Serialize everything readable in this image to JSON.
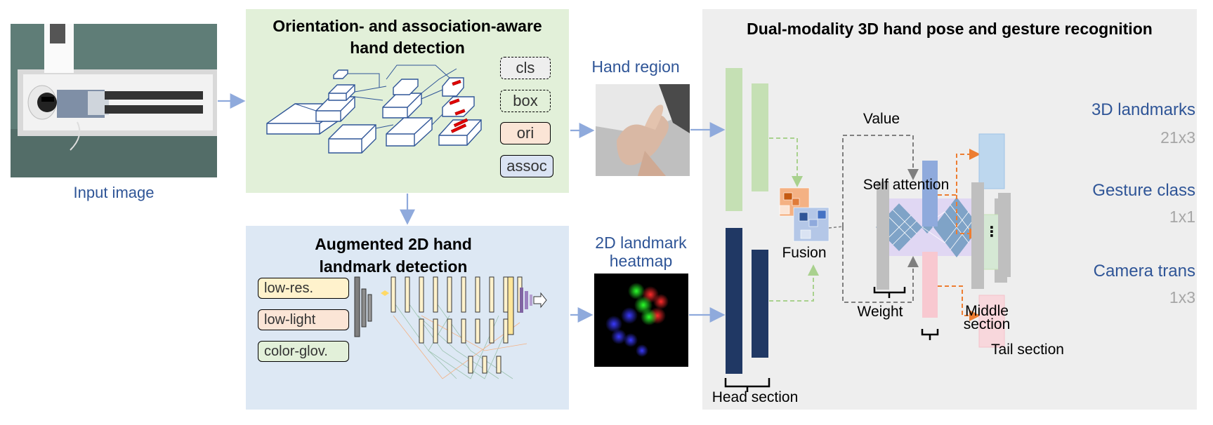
{
  "input_image": {
    "label": "Input image"
  },
  "detection": {
    "title_line1": "Orientation- and association-aware",
    "title_line2": "hand detection",
    "heads": [
      "cls",
      "box",
      "ori",
      "assoc"
    ]
  },
  "landmark": {
    "title_line1": "Augmented 2D hand",
    "title_line2": "landmark detection",
    "augmentations": [
      "low-res.",
      "low-light",
      "color-glov."
    ]
  },
  "hand_region": {
    "label": "Hand region"
  },
  "heatmap": {
    "label_line1": "2D landmark",
    "label_line2": "heatmap"
  },
  "recognition": {
    "title": "Dual-modality 3D hand pose and gesture recognition",
    "fusion": "Fusion",
    "value": "Value",
    "weight": "Weight",
    "self_attention": "Self attention",
    "ellipsis": "⋮",
    "head_section": "Head section",
    "middle_line1": "Middle",
    "middle_line2": "section",
    "tail_section": "Tail section",
    "outputs": [
      {
        "name": "3D landmarks",
        "dim": "21x3"
      },
      {
        "name": "Gesture class",
        "dim": "1x1"
      },
      {
        "name": "Camera trans",
        "dim": "1x3"
      }
    ]
  },
  "colors": {
    "detection_bg": "#e2f0d9",
    "landmark_bg": "#dde8f4",
    "recognition_bg": "#eeeeee",
    "accent_blue": "#2f5597",
    "arrow_blue": "#8faadc",
    "dash_green": "#a9d18e",
    "dash_orange": "#ed7d31",
    "dash_gray": "#7f7f7f"
  }
}
